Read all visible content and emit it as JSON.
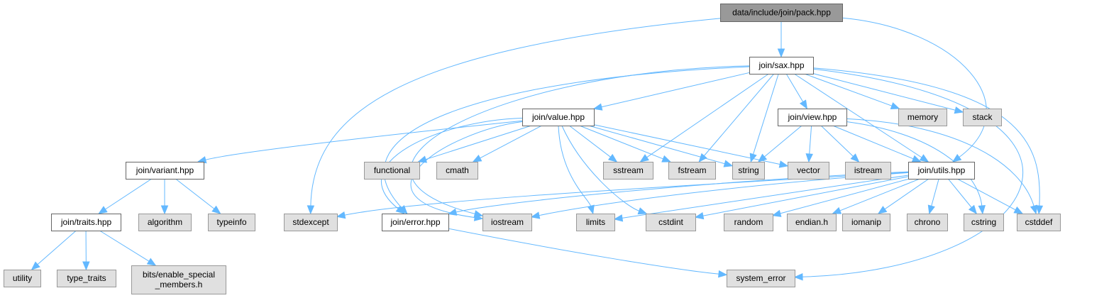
{
  "diagram": {
    "title": "data/include/join/pack.hpp",
    "type": "include-dependency-graph",
    "colors": {
      "edge": "#63b8ff",
      "root_fill": "#999999",
      "local_fill": "#ffffff",
      "system_fill": "#e0e0e0",
      "local_border": "#666666",
      "system_border": "#999999"
    },
    "nodes": [
      {
        "id": "pack",
        "label": "data/include/join/pack.hpp",
        "kind": "root"
      },
      {
        "id": "sax",
        "label": "join/sax.hpp",
        "kind": "local"
      },
      {
        "id": "value",
        "label": "join/value.hpp",
        "kind": "local"
      },
      {
        "id": "view",
        "label": "join/view.hpp",
        "kind": "local"
      },
      {
        "id": "memory",
        "label": "memory",
        "kind": "system"
      },
      {
        "id": "stack",
        "label": "stack",
        "kind": "system"
      },
      {
        "id": "variant",
        "label": "join/variant.hpp",
        "kind": "local"
      },
      {
        "id": "functional",
        "label": "functional",
        "kind": "system"
      },
      {
        "id": "cmath",
        "label": "cmath",
        "kind": "system"
      },
      {
        "id": "sstream",
        "label": "sstream",
        "kind": "system"
      },
      {
        "id": "fstream",
        "label": "fstream",
        "kind": "system"
      },
      {
        "id": "string",
        "label": "string",
        "kind": "system"
      },
      {
        "id": "vector",
        "label": "vector",
        "kind": "system"
      },
      {
        "id": "istream",
        "label": "istream",
        "kind": "system"
      },
      {
        "id": "utils",
        "label": "join/utils.hpp",
        "kind": "local"
      },
      {
        "id": "traits",
        "label": "join/traits.hpp",
        "kind": "local"
      },
      {
        "id": "algorithm",
        "label": "algorithm",
        "kind": "system"
      },
      {
        "id": "typeinfo",
        "label": "typeinfo",
        "kind": "system"
      },
      {
        "id": "stdexcept",
        "label": "stdexcept",
        "kind": "system"
      },
      {
        "id": "error",
        "label": "join/error.hpp",
        "kind": "local"
      },
      {
        "id": "iostream",
        "label": "iostream",
        "kind": "system"
      },
      {
        "id": "limits",
        "label": "limits",
        "kind": "system"
      },
      {
        "id": "cstdint",
        "label": "cstdint",
        "kind": "system"
      },
      {
        "id": "random",
        "label": "random",
        "kind": "system"
      },
      {
        "id": "endian",
        "label": "endian.h",
        "kind": "system"
      },
      {
        "id": "iomanip",
        "label": "iomanip",
        "kind": "system"
      },
      {
        "id": "chrono",
        "label": "chrono",
        "kind": "system"
      },
      {
        "id": "cstring",
        "label": "cstring",
        "kind": "system"
      },
      {
        "id": "cstddef",
        "label": "cstddef",
        "kind": "system"
      },
      {
        "id": "utility",
        "label": "utility",
        "kind": "system"
      },
      {
        "id": "type_traits",
        "label": "type_traits",
        "kind": "system"
      },
      {
        "id": "enable_special",
        "label": "bits/enable_special\n_members.h",
        "kind": "system"
      },
      {
        "id": "system_error",
        "label": "system_error",
        "kind": "system"
      }
    ],
    "edges": [
      [
        "pack",
        "sax"
      ],
      [
        "pack",
        "stdexcept"
      ],
      [
        "pack",
        "utils"
      ],
      [
        "sax",
        "value"
      ],
      [
        "sax",
        "view"
      ],
      [
        "sax",
        "memory"
      ],
      [
        "sax",
        "stack"
      ],
      [
        "sax",
        "sstream"
      ],
      [
        "sax",
        "fstream"
      ],
      [
        "sax",
        "string"
      ],
      [
        "sax",
        "utils"
      ],
      [
        "sax",
        "cstddef"
      ],
      [
        "sax",
        "error"
      ],
      [
        "sax",
        "iostream"
      ],
      [
        "sax",
        "system_error"
      ],
      [
        "value",
        "variant"
      ],
      [
        "value",
        "functional"
      ],
      [
        "value",
        "cmath"
      ],
      [
        "value",
        "sstream"
      ],
      [
        "value",
        "fstream"
      ],
      [
        "value",
        "string"
      ],
      [
        "value",
        "vector"
      ],
      [
        "value",
        "iostream"
      ],
      [
        "value",
        "limits"
      ],
      [
        "value",
        "cstdint"
      ],
      [
        "value",
        "error"
      ],
      [
        "view",
        "string"
      ],
      [
        "view",
        "vector"
      ],
      [
        "view",
        "istream"
      ],
      [
        "view",
        "utils"
      ],
      [
        "view",
        "cstring"
      ],
      [
        "view",
        "cstddef"
      ],
      [
        "variant",
        "traits"
      ],
      [
        "variant",
        "algorithm"
      ],
      [
        "variant",
        "typeinfo"
      ],
      [
        "traits",
        "utility"
      ],
      [
        "traits",
        "type_traits"
      ],
      [
        "traits",
        "enable_special"
      ],
      [
        "utils",
        "stdexcept"
      ],
      [
        "utils",
        "error"
      ],
      [
        "utils",
        "iostream"
      ],
      [
        "utils",
        "limits"
      ],
      [
        "utils",
        "cstdint"
      ],
      [
        "utils",
        "random"
      ],
      [
        "utils",
        "endian"
      ],
      [
        "utils",
        "iomanip"
      ],
      [
        "utils",
        "chrono"
      ],
      [
        "utils",
        "cstring"
      ],
      [
        "utils",
        "cstddef"
      ],
      [
        "error",
        "system_error"
      ]
    ]
  }
}
